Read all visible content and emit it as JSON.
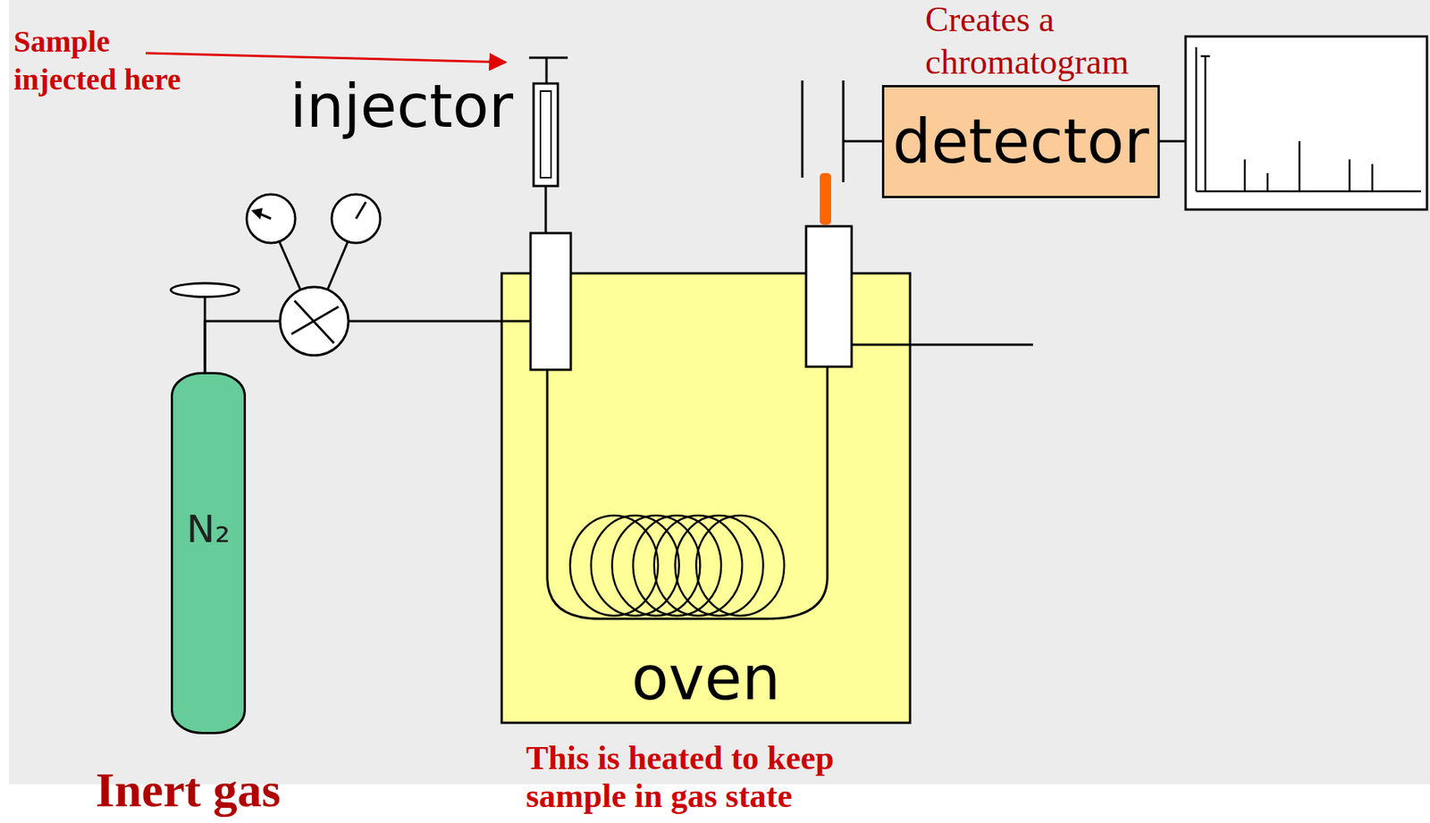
{
  "diagram": {
    "nodes": [
      {
        "text": [
          "N₂"
        ]
      },
      {
        "text": [
          "oven"
        ]
      },
      {
        "text": [
          "detector"
        ]
      }
    ],
    "edges": [
      {
        "from": 0,
        "to": 1,
        "arrow": "none"
      }
    ],
    "labels": [
      "Sample injected here",
      "injector",
      "Creates a chromatogram",
      "This is heated to keep sample in gas state",
      "Inert gas"
    ]
  }
}
